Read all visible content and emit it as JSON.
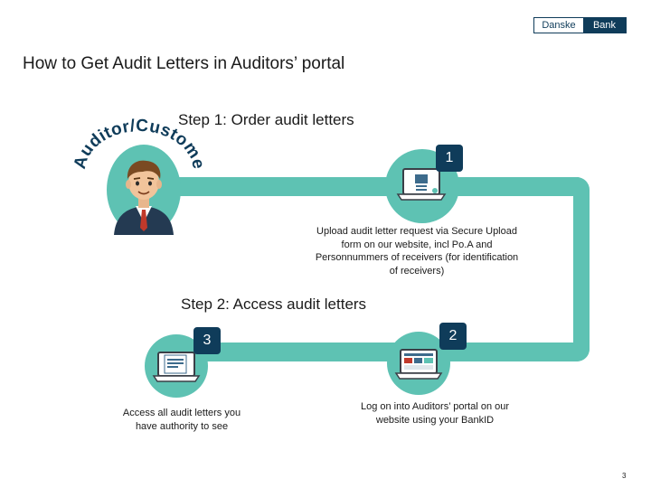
{
  "brand": {
    "part1": "Danske",
    "part2": "Bank"
  },
  "page_title": "How to Get Audit Letters in Auditors’ portal",
  "arc_label": "Auditor/Customer",
  "step1": {
    "heading": "Step 1: Order audit letters",
    "badge": "1",
    "description": [
      "Upload audit letter request via Secure Upload",
      "form on our website, incl Po.A and",
      "Personnummers of receivers (for identification",
      "of receivers)"
    ]
  },
  "step2": {
    "heading": "Step 2: Access audit letters",
    "badge": "2",
    "description": [
      "Log on into Auditors’ portal on our",
      "website using your BankID"
    ]
  },
  "step3": {
    "badge": "3",
    "description": [
      "Access all audit letters you",
      "have authority to see"
    ]
  },
  "page_number": "3",
  "colors": {
    "teal": "#5ec2b3",
    "navy": "#0f3c5a"
  },
  "icons": [
    "person-avatar-icon",
    "laptop-upload-icon",
    "laptop-portal-icon",
    "laptop-letters-icon"
  ]
}
